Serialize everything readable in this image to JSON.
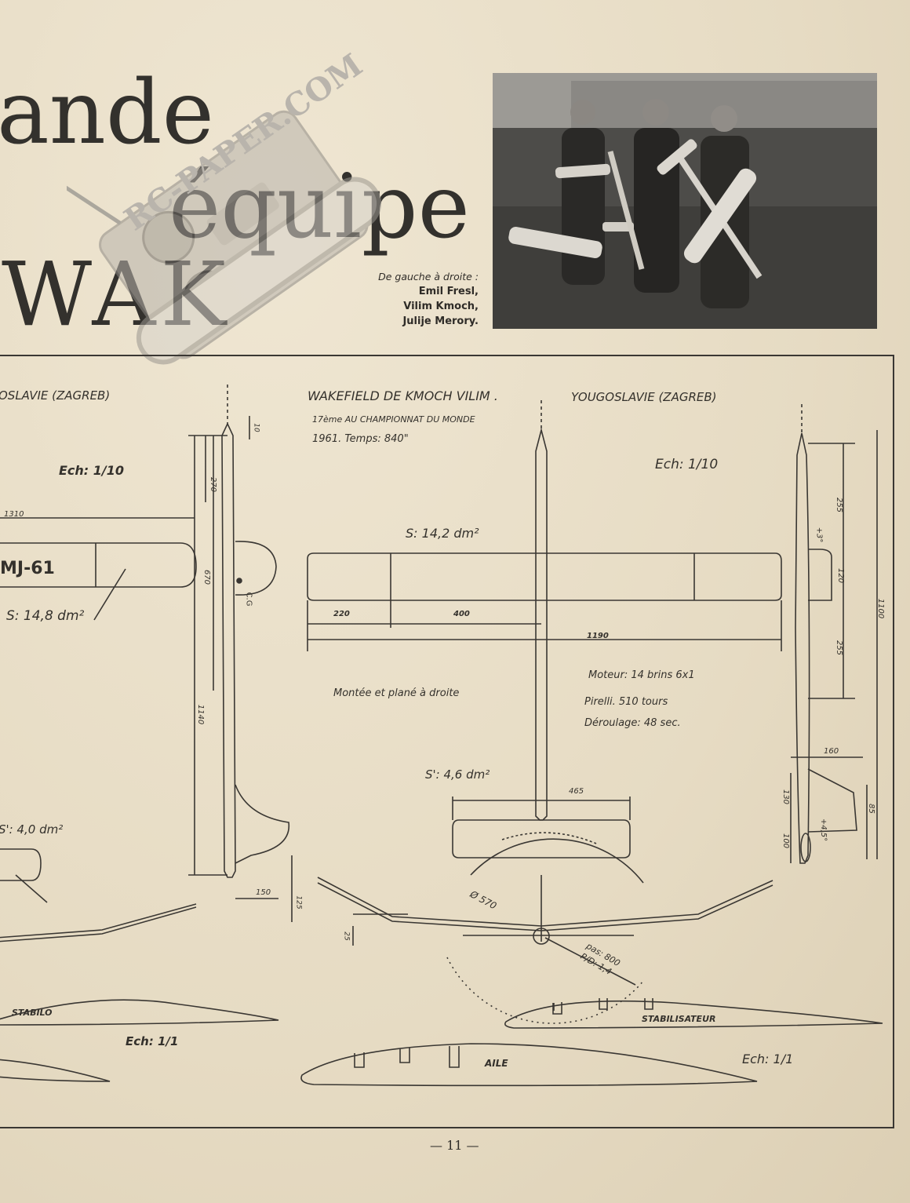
{
  "header": {
    "title_line1": "ande",
    "title_line2": "équipe",
    "title_line3": "WAK"
  },
  "watermark": {
    "text": "RC-PAPER.COM"
  },
  "photo": {
    "caption_lead": "De gauche à droite :",
    "names": [
      "Emil Fresl,",
      "Vilim Kmoch,",
      "Julije Merory."
    ]
  },
  "plan_left": {
    "header": "OSLAVIE (ZAGREB)",
    "scale": "Ech: 1/10",
    "span": "1310",
    "name": "MJ-61",
    "wing_area": "S: 14,8 dm²",
    "stab_area": "S': 4,0 dm²",
    "dim_270": "270",
    "dim_670": "670",
    "dim_1140": "1140",
    "dim_10": "10",
    "cg": "C.G",
    "dim_150": "150",
    "dim_125": "125",
    "stabilo_label": "STABILO",
    "profile_scale": "Ech: 1/1"
  },
  "plan_right": {
    "header": "WAKEFIELD DE KMOCH VILIM .",
    "country": "YOUGOSLAVIE (ZAGREB)",
    "placing": "17ème AU CHAMPIONNAT DU MONDE",
    "year_time": "1961. Temps: 840\"",
    "scale": "Ech: 1/10",
    "wing_area": "S: 14,2 dm²",
    "dim_220": "220",
    "dim_400": "400",
    "dim_1190": "1190",
    "climb": "Montée et plané à droite",
    "motor": "Moteur: 14 brins 6x1",
    "rubber": "Pirelli. 510 tours",
    "unwind": "Déroulage: 48 sec.",
    "stab_area": "S': 4,6 dm²",
    "dim_465": "465",
    "dim_255a": "255",
    "dim_120": "120",
    "dim_255b": "255",
    "dim_1100": "1100",
    "angle_3": "+3°",
    "dim_160": "160",
    "dim_130": "130",
    "dim_85": "85",
    "dim_100": "100",
    "angle_45": "+4,5°",
    "dim_25": "25",
    "prop_dia": "Ø 570",
    "pitch": "pas: 800",
    "pd": "P/D: 1,4",
    "stab_profile": "STABILISATEUR",
    "wing_profile": "AILE",
    "profile_scale": "Ech: 1/1"
  },
  "footer": {
    "page_number": "— 11 —"
  }
}
